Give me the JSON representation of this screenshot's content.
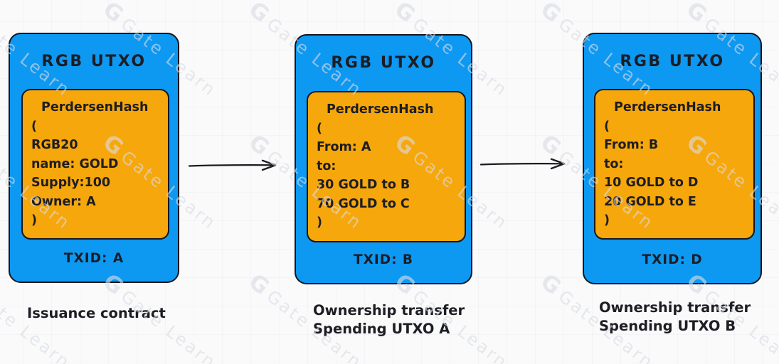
{
  "colors": {
    "card_blue": "#0d98f2",
    "inner_orange": "#f6a70b",
    "stroke": "#16161d",
    "ink": "#1d1d24",
    "background": "#fafafa"
  },
  "watermark": {
    "logo": "G",
    "text": "Gate Learn"
  },
  "cards": [
    {
      "title": "RGB UTXO",
      "hash_title": "PerdersenHash",
      "lines": [
        "(",
        "RGB20",
        "name: GOLD",
        "Supply:100",
        "Owner: A",
        ")"
      ],
      "txid": "TXID: A",
      "caption": [
        "Issuance contract",
        ""
      ]
    },
    {
      "title": "RGB UTXO",
      "hash_title": "PerdersenHash",
      "lines": [
        "(",
        "From: A",
        "to:",
        "30 GOLD to B",
        "70 GOLD to C",
        ")"
      ],
      "txid": "TXID: B",
      "caption": [
        "Ownership transfer",
        "Spending UTXO A"
      ]
    },
    {
      "title": "RGB UTXO",
      "hash_title": "PerdersenHash",
      "lines": [
        "(",
        "From: B",
        "to:",
        "10 GOLD to D",
        "20 GOLD to E",
        ")"
      ],
      "txid": "TXID: D",
      "caption": [
        "Ownership transfer",
        "Spending UTXO B"
      ]
    }
  ]
}
